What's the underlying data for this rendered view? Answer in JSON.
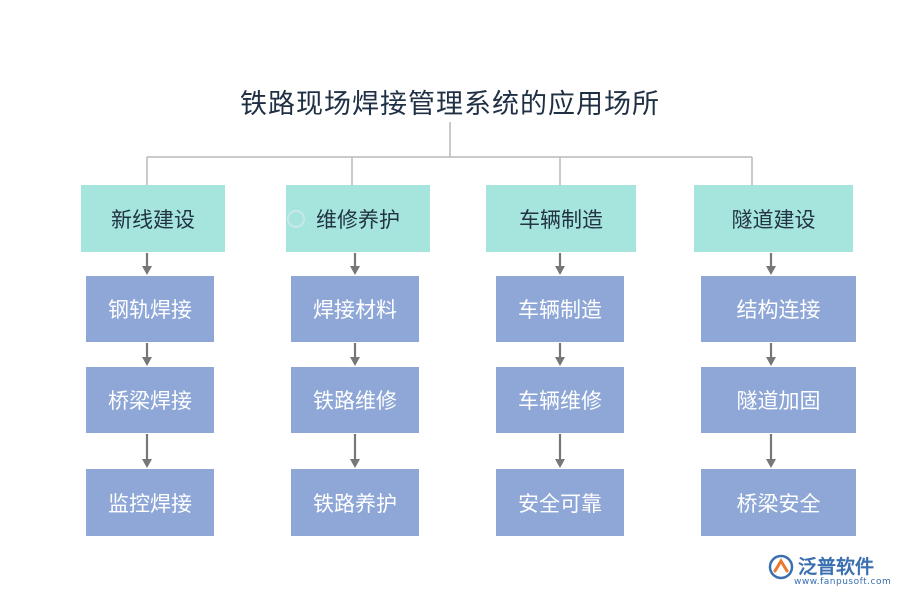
{
  "title": "铁路现场焊接管理系统的应用场所",
  "columns": [
    {
      "head": "新线建设",
      "items": [
        "钢轨焊接",
        "桥梁焊接",
        "监控焊接"
      ]
    },
    {
      "head": "维修养护",
      "items": [
        "焊接材料",
        "铁路维修",
        "铁路养护"
      ]
    },
    {
      "head": "车辆制造",
      "items": [
        "车辆制造",
        "车辆维修",
        "安全可靠"
      ]
    },
    {
      "head": "隧道建设",
      "items": [
        "结构连接",
        "隧道加固",
        "桥梁安全"
      ]
    }
  ],
  "logo": {
    "name": "泛普软件",
    "url": "www.fanpusoft.com"
  },
  "colors": {
    "head": "#a6e5dd",
    "item": "#8ea7d6",
    "line": "#b8b8b8",
    "arrow": "#777777"
  }
}
